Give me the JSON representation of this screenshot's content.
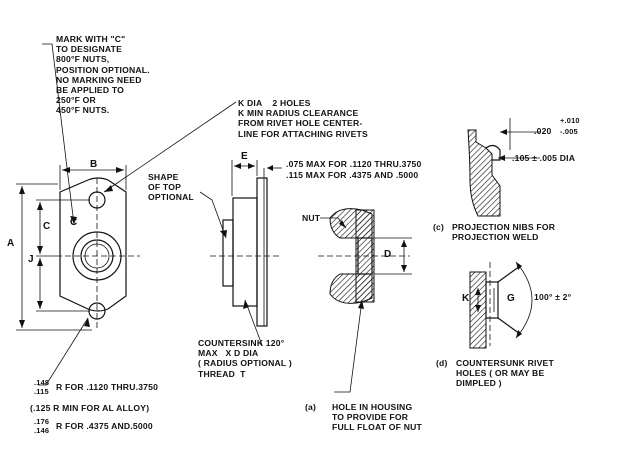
{
  "notes": {
    "mark_with": "MARK WITH \"C\"\nTO DESIGNATE\n800°F NUTS,\nPOSITION OPTIONAL.\nNO MARKING NEED\nBE APPLIED TO\n250°F OR\n450°F NUTS.",
    "k_dia": "K DIA    2 HOLES\nK MIN RADIUS CLEARANCE\nFROM RIVET HOLE CENTER-\nLINE FOR ATTACHING RIVETS",
    "shape_top": "SHAPE\nOF TOP\nOPTIONAL",
    "max_075": ".075 MAX FOR .1120 THRU.3750",
    "max_115": ".115 MAX FOR .4375 AND .5000",
    "nut": "NUT",
    "countersink": "COUNTERSINK 120°\nMAX   X D DIA\n( RADIUS OPTIONAL )\nTHREAD  T",
    "radius_1_num_top": ".148",
    "radius_1_num_bot": ".115",
    "radius_1_text": "R FOR .1120 THRU.3750",
    "radius_al": "(.125 R MIN FOR AL ALLOY)",
    "radius_2_num_top": ".176",
    "radius_2_num_bot": ".146",
    "radius_2_text": "R FOR .4375 AND.5000",
    "hole_housing_tag": "(a)",
    "hole_housing": "HOLE IN HOUSING\nTO PROVIDE FOR\nFULL FLOAT OF NUT",
    "tol_020": ".020",
    "tol_plus": "+.010",
    "tol_minus": "-.005",
    "tol_105": ".105 ± .005 DIA",
    "projection_tag": "(c)",
    "projection": "PROJECTION NIBS FOR\nPROJECTION WELD",
    "countersunk_tag": "(d)",
    "countersunk": "COUNTERSUNK RIVET\nHOLES ( OR MAY BE\nDIMPLED )",
    "angle": "100° ± 2°"
  },
  "dims": {
    "a": "A",
    "b": "B",
    "c": "C",
    "c_mark": "C",
    "j": "J",
    "e": "E",
    "d": "D",
    "k": "K",
    "g": "G"
  }
}
